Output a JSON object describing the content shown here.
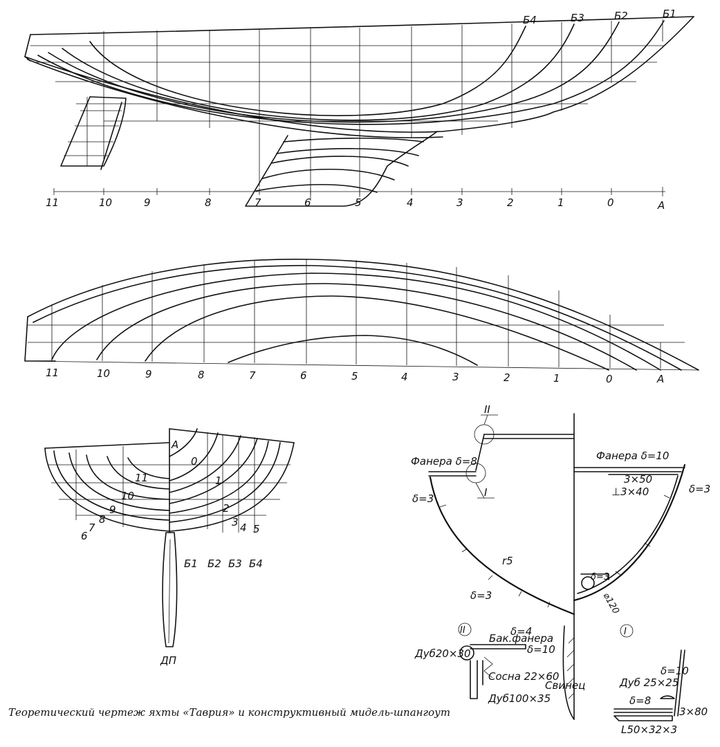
{
  "profile": {
    "station_labels": [
      "11",
      "10",
      "9",
      "8",
      "7",
      "6",
      "5",
      "4",
      "3",
      "2",
      "1",
      "0",
      "A"
    ],
    "buttock_labels": [
      "Б4",
      "Б3",
      "Б2",
      "Б1"
    ]
  },
  "plan": {
    "station_labels": [
      "11",
      "10",
      "9",
      "8",
      "7",
      "6",
      "5",
      "4",
      "3",
      "2",
      "1",
      "0",
      "A"
    ]
  },
  "body_plan": {
    "aft_labels": [
      "11",
      "10",
      "9",
      "8",
      "7",
      "6"
    ],
    "fwd_labels": [
      "A",
      "0",
      "1",
      "2",
      "3",
      "4",
      "5"
    ],
    "buttock_labels": [
      "Б1",
      "Б2",
      "Б3",
      "Б4"
    ],
    "keel_label": "ДП"
  },
  "midship_section": {
    "detail_II": "II",
    "detail_I": "I",
    "plywood_8": "Фанера δ=8",
    "plywood_10": "Фанера δ=10",
    "delta3_left": "δ=3",
    "delta3_right": "δ=3",
    "delta3_bottom": "δ=3",
    "delta4": "δ=4",
    "r5": "r5",
    "beam_top": "3×50",
    "beam_bottom": "⊥3×40",
    "pipe": "⌀120",
    "pipe_wall": "δ=3",
    "lead": "Свинец"
  },
  "detail_II": {
    "circle": "II",
    "bak_plywood": "Бак.фанера",
    "oak_20x30": "Дуб20×30",
    "delta10": "δ=10",
    "pine": "Сосна 22×60",
    "oak_100x35": "Дуб100×35"
  },
  "detail_I": {
    "circle": "I",
    "delta10": "δ=10",
    "oak_25x25": "Дуб 25×25",
    "delta8": "δ=8",
    "strip": "3×80",
    "angle": "L50×32×3"
  },
  "caption": "Теоретический чертеж яхты «Таврия» и конструктивный мидель-шпангоут"
}
